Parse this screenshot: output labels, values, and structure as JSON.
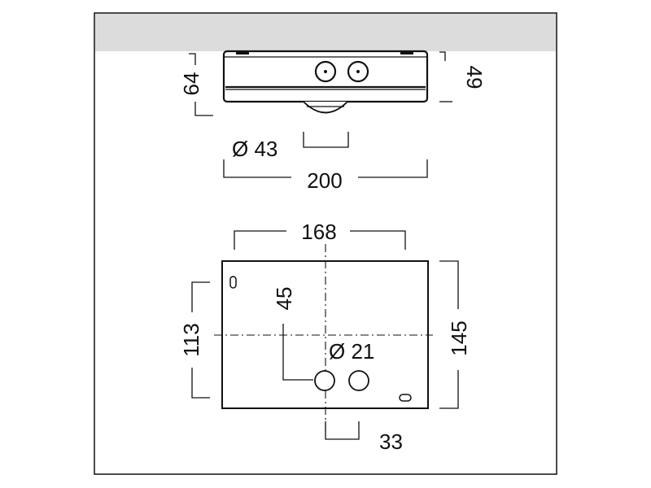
{
  "colors": {
    "frame": "#111111",
    "ceiling": "#dcdcdc",
    "line": "#111111",
    "background": "#ffffff"
  },
  "side_view": {
    "height_total": "64",
    "height_body": "49",
    "sensor_diameter": "Ø 43",
    "width": "200"
  },
  "bottom_view": {
    "mount_spacing": "168",
    "mount_offset": "113",
    "depth": "145",
    "hole_offset_vertical": "45",
    "hole_diameter": "Ø 21",
    "hole_offset_horizontal": "33"
  }
}
